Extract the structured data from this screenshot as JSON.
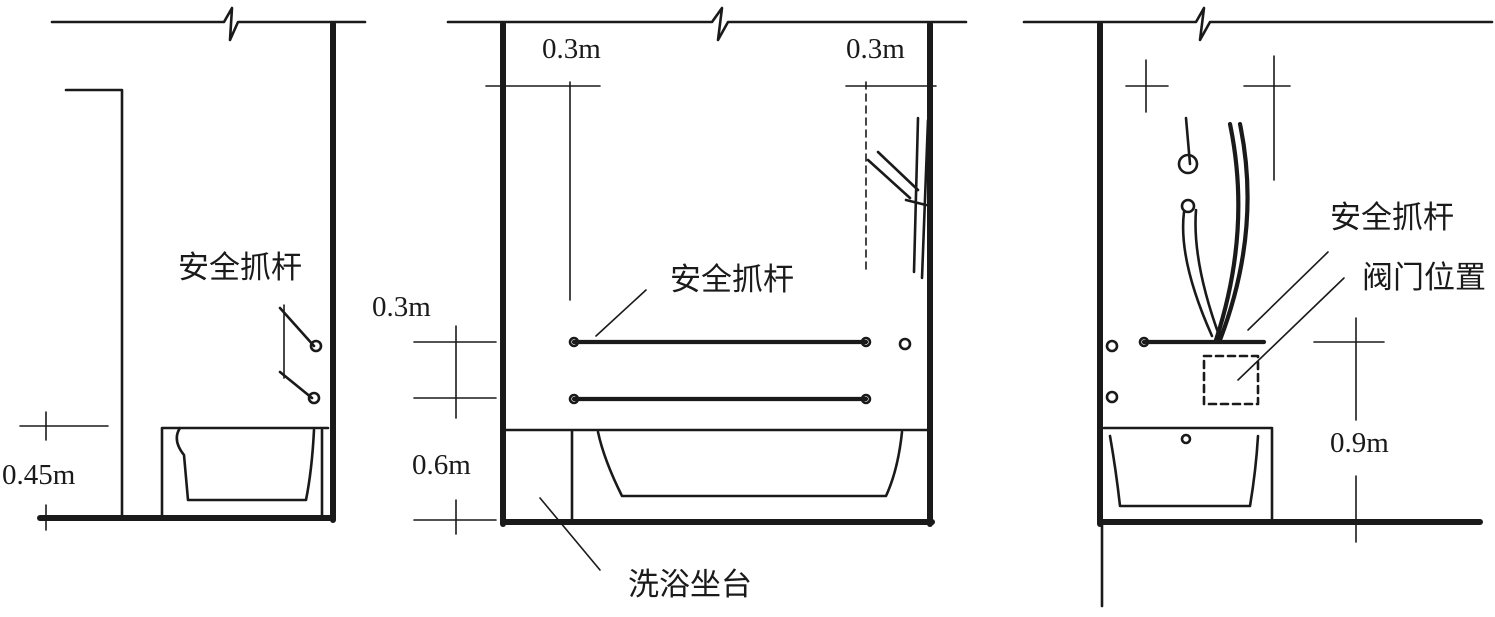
{
  "labels": {
    "grab_bar": "安全抓杆",
    "valve_position": "阀门位置",
    "bath_seat": "洗浴坐台"
  },
  "dimensions": {
    "d_045": "0.45m",
    "d_03_left": "0.3m",
    "d_03_right": "0.3m",
    "d_03_side": "0.3m",
    "d_06": "0.6m",
    "d_09": "0.9m"
  },
  "colors": {
    "line": "#1a1a1a",
    "background": "#ffffff"
  }
}
